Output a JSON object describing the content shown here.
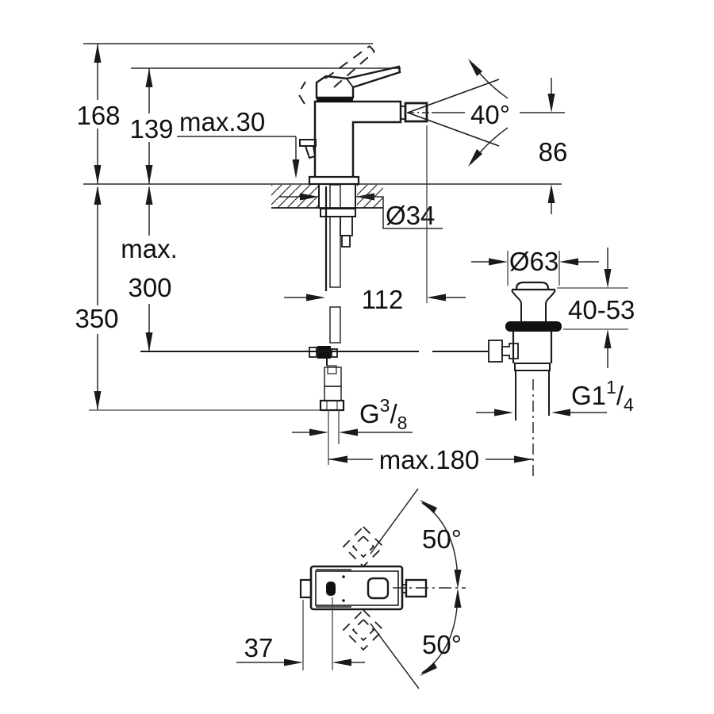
{
  "drawing": {
    "kind": "faucet-installation-technical-drawing",
    "views": [
      "front-elevation-with-pop-up-waste",
      "top-plan-with-handle-swivel"
    ],
    "line_color": "#1a1a1a",
    "background": "#ffffff"
  },
  "labels": {
    "dim_168": "168",
    "dim_139": "139",
    "dim_max30": "max.30",
    "dim_angle_40": "40°",
    "dim_86": "86",
    "dim_dia34": "Ø34",
    "dim_max_word": "max.",
    "dim_300": "300",
    "dim_350": "350",
    "dim_112": "112",
    "dim_dia63": "Ø63",
    "dim_4053": "40-53",
    "dim_max180": "max.180",
    "dim_37": "37",
    "dim_angle50_top": "50°",
    "dim_angle50_bottom": "50°",
    "thread_g38": {
      "base": "G",
      "sup": "3",
      "slash": "/",
      "sub": "8"
    },
    "thread_g114": {
      "base": "G1",
      "sup": "1",
      "slash": "/",
      "sub": "4"
    }
  }
}
